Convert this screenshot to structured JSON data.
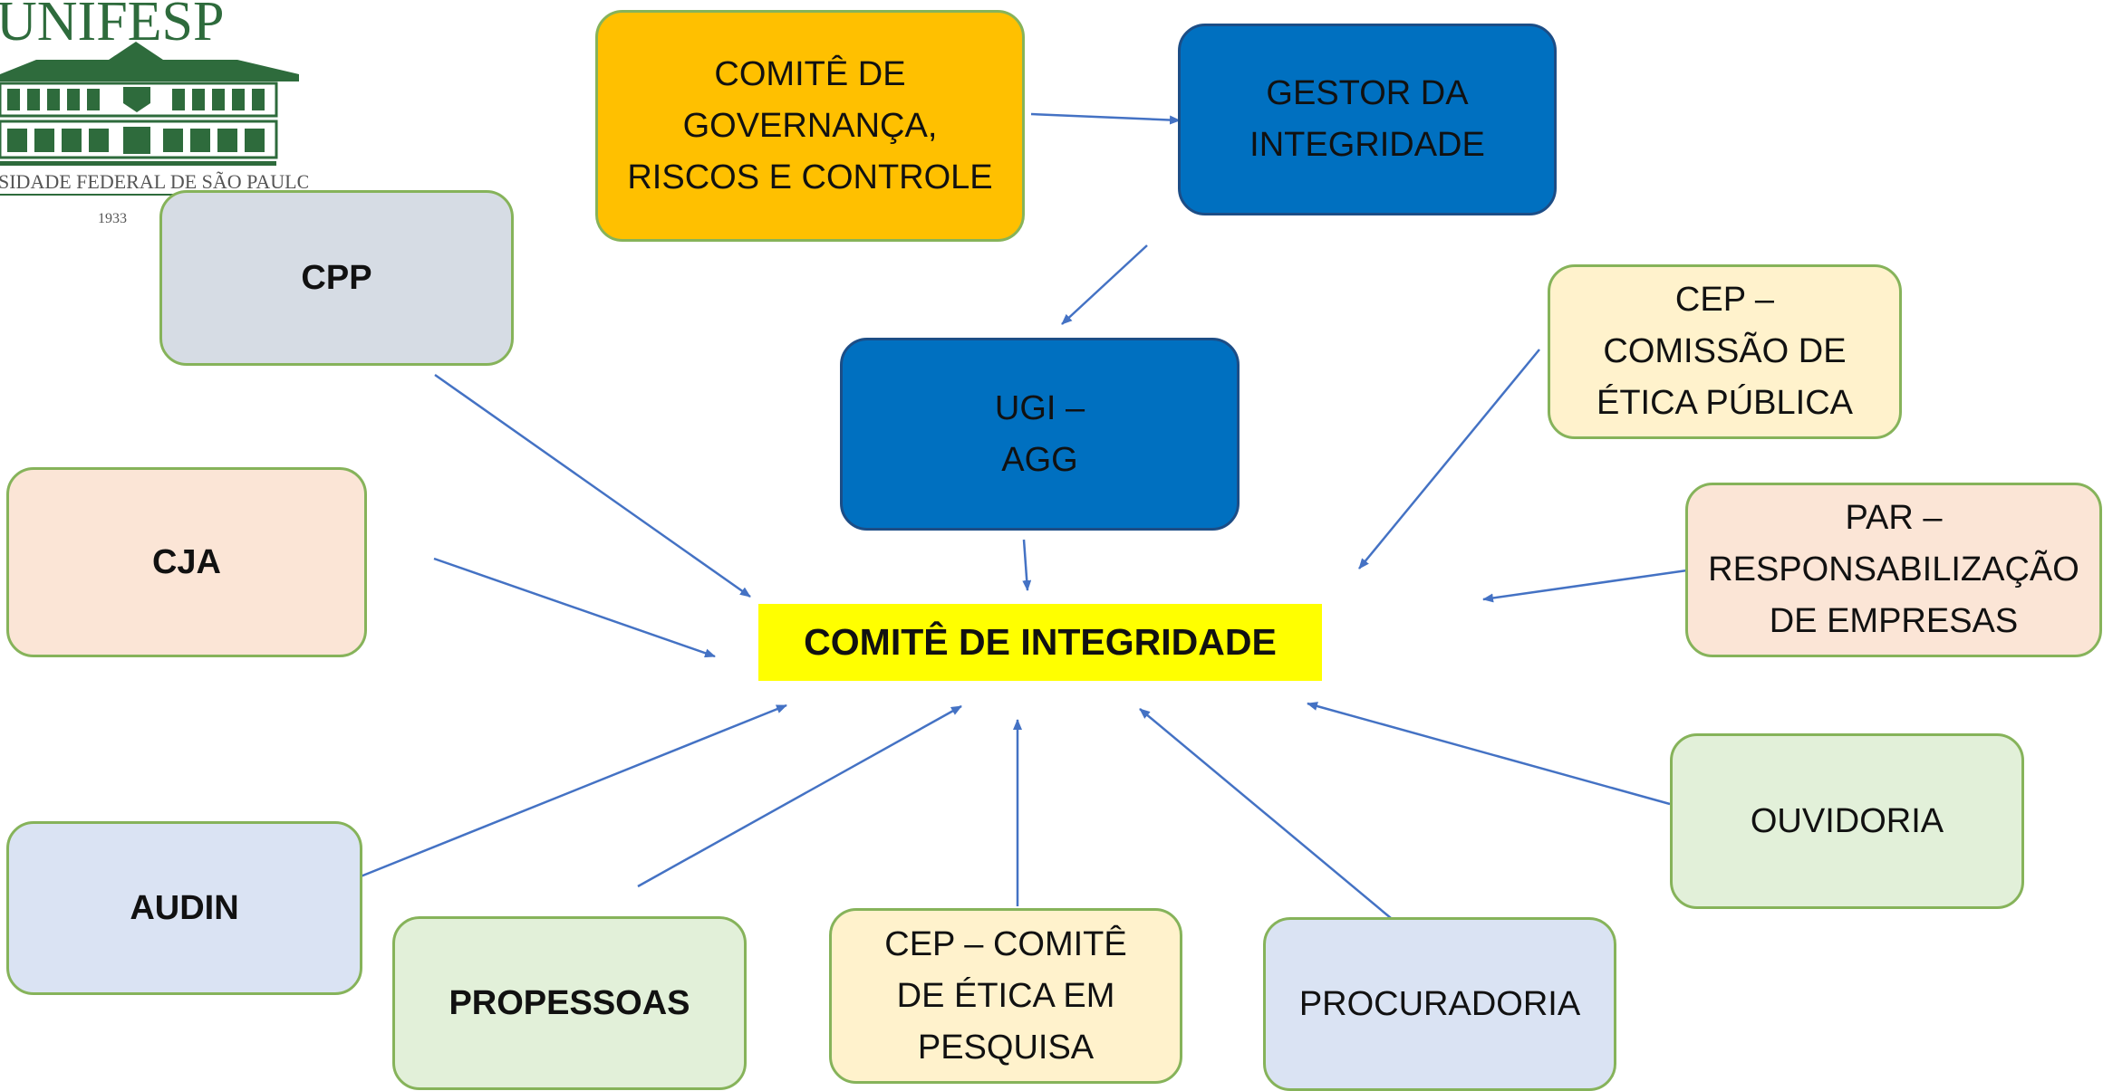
{
  "logo": {
    "name": "UNIFESP",
    "subtitle": "SIDADE FEDERAL DE SÃO PAULO",
    "year": "1933"
  },
  "center": {
    "label": "COMITÊ DE INTEGRIDADE"
  },
  "nodes": {
    "governanca": "COMITÊ DE\nGOVERNANÇA,\nRISCOS E CONTROLE",
    "gestor": "GESTOR DA\nINTEGRIDADE",
    "ugi": "UGI –\nAGG",
    "cpp": "CPP",
    "cja": "CJA",
    "audin": "AUDIN",
    "propessoas": "PROPESSOAS",
    "cep_pesquisa": "CEP – COMITÊ\nDE ÉTICA EM\nPESQUISA",
    "procuradoria": "PROCURADORIA",
    "ouvidoria": "OUVIDORIA",
    "cep_publica": "CEP –\nCOMISSÃO DE\nÉTICA PÚBLICA",
    "par": "PAR –\nRESPONSABILIZAÇÃO\nDE EMPRESAS"
  },
  "colors": {
    "arrow": "#4472c4",
    "logo_green": "#2e6b3c",
    "center_fill": "#ffff00",
    "governanca_fill": "#ffc000",
    "blue_fill": "#0070c0"
  }
}
